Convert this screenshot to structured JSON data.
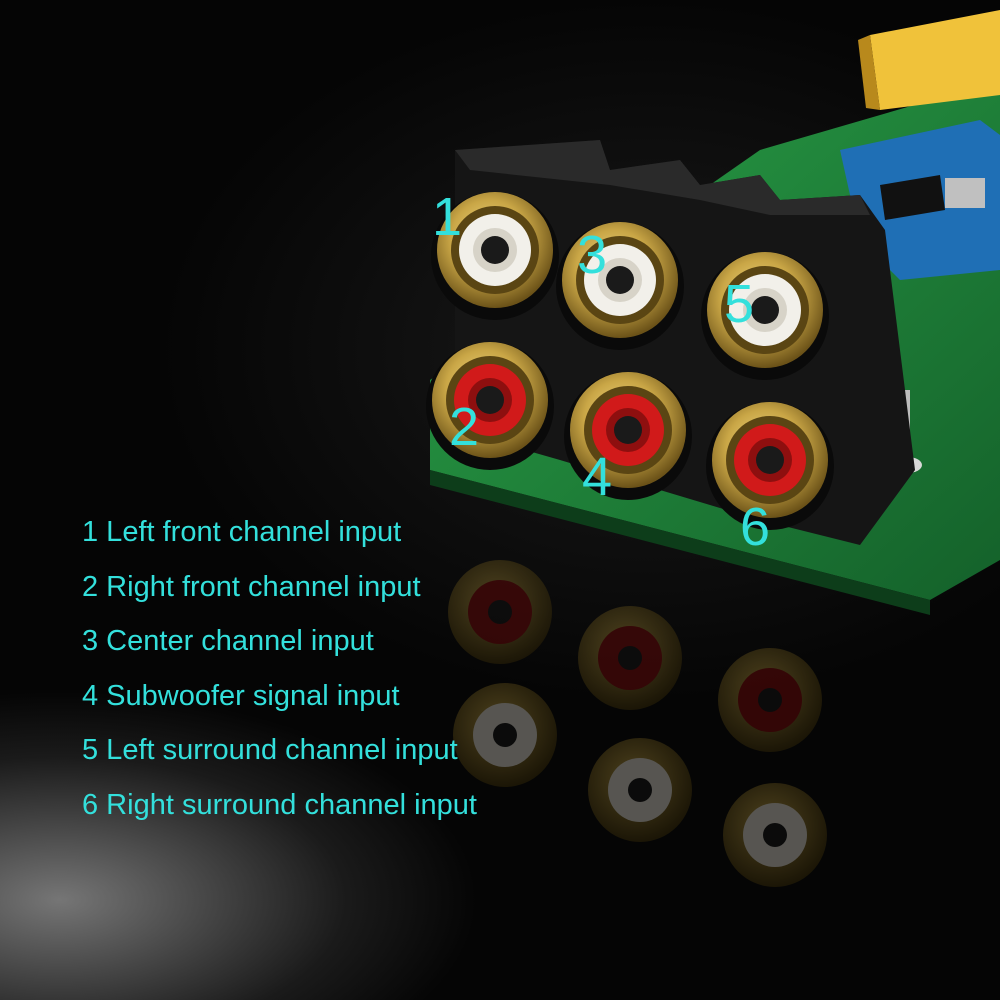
{
  "colors": {
    "label": "#33e0dc",
    "pcb": "#1f8a3a",
    "housing": "#161616",
    "gold": "#c9a646",
    "white_insulator": "#f2f0ea",
    "red_insulator": "#d11a1a",
    "relay": "#f0c23a"
  },
  "jacks": [
    {
      "number": "1",
      "insulator": "white"
    },
    {
      "number": "2",
      "insulator": "red"
    },
    {
      "number": "3",
      "insulator": "white"
    },
    {
      "number": "4",
      "insulator": "red"
    },
    {
      "number": "5",
      "insulator": "white"
    },
    {
      "number": "6",
      "insulator": "red"
    }
  ],
  "legend": [
    {
      "text": "1 Left front channel input"
    },
    {
      "text": "2 Right front channel input"
    },
    {
      "text": "3 Center channel input"
    },
    {
      "text": "4 Subwoofer signal input"
    },
    {
      "text": "5 Left surround channel input"
    },
    {
      "text": "6 Right surround channel input"
    }
  ]
}
